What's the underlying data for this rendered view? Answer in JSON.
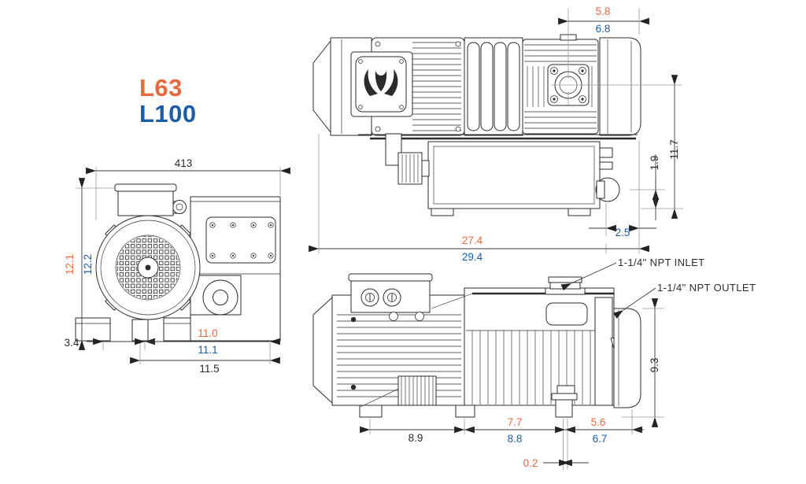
{
  "colors": {
    "orange": "#E7693E",
    "blue": "#1B5CA6",
    "ink": "#2B2B2B"
  },
  "models": {
    "a": "L63",
    "b": "L100"
  },
  "front": {
    "width": "413",
    "height_a": "12.1",
    "height_b": "12.2",
    "foot_offset": "3.4",
    "foot_spacing_a": "11.0",
    "foot_spacing_b": "11.1",
    "base_length": "11.5"
  },
  "top": {
    "end_a": "5.8",
    "end_b": "6.8",
    "outlet_height": "1.9",
    "overall_height": "11.7",
    "outlet_offset": "2.5",
    "length_a": "27.4",
    "length_b": "29.4"
  },
  "side": {
    "inlet_label": "1-1/4\" NPT INLET",
    "outlet_label": "1-1/4\" NPT OUTLET",
    "height": "9.3",
    "span_motor_feet": "8.9",
    "span_pump_feet_a": "7.7",
    "span_pump_feet_b": "8.8",
    "span_end_a": "5.6",
    "span_end_b": "6.7",
    "foot_offset": "0.2"
  }
}
